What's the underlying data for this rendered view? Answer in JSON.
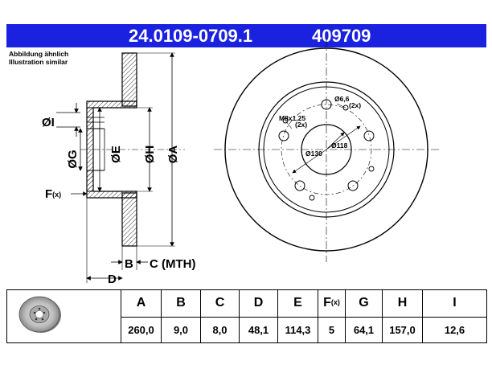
{
  "header": {
    "part_number": "24.0109-0709.1",
    "reference": "409709"
  },
  "note": {
    "line1": "Abbildung ähnlich",
    "line2": "Illustration similar"
  },
  "dimension_labels": {
    "I": "ØI",
    "G": "ØG",
    "E": "ØE",
    "H": "ØH",
    "A": "ØA",
    "F": "F",
    "F_sub": "(x)",
    "B": "B",
    "C": "C (MTH)",
    "D": "D"
  },
  "face_labels": {
    "hole_dia": "Ø6,6",
    "hole_count": "(2x)",
    "thread": "M8x1,25",
    "thread_count": "(2x)",
    "pcd": "Ø130",
    "bore": "Ø118"
  },
  "table": {
    "columns": [
      {
        "key": "A",
        "label": "A",
        "value": "260,0"
      },
      {
        "key": "B",
        "label": "B",
        "value": "9,0"
      },
      {
        "key": "C",
        "label": "C",
        "value": "8,0"
      },
      {
        "key": "D",
        "label": "D",
        "value": "48,1"
      },
      {
        "key": "E",
        "label": "E",
        "value": "114,3"
      },
      {
        "key": "F",
        "label": "F",
        "label_sub": "(x)",
        "value": "5"
      },
      {
        "key": "G",
        "label": "G",
        "value": "64,1"
      },
      {
        "key": "H",
        "label": "H",
        "value": "157,0"
      },
      {
        "key": "I",
        "label": "I",
        "value": "12,6"
      }
    ]
  }
}
